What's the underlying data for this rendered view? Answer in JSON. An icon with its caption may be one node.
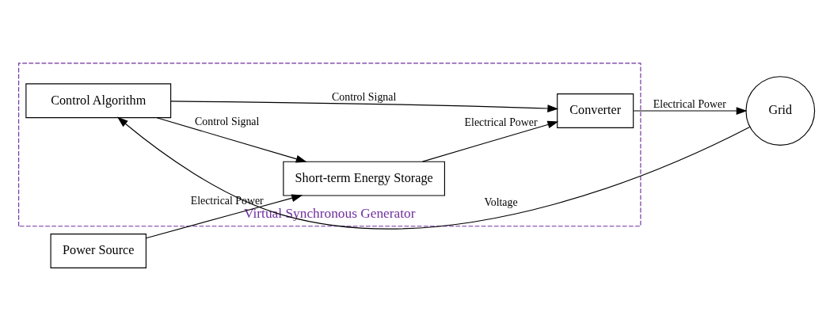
{
  "diagram": {
    "nodes": [
      {
        "text": [
          "Virtual Synchronous Generator"
        ]
      },
      {
        "text": [
          "Power Source"
        ]
      },
      {
        "text": [
          "Short-term Energy Storage"
        ],
        "in": 0
      },
      {
        "text": [
          "Converter"
        ],
        "in": 0
      },
      {
        "text": [
          "Grid"
        ]
      },
      {
        "text": [
          "Control Algorithm"
        ],
        "in": 0
      }
    ],
    "edges": [
      {
        "from": 1,
        "to": 2,
        "arrow": "to",
        "label": "Electrical Power"
      },
      {
        "from": 2,
        "to": 3,
        "arrow": "to",
        "label": "Electrical Power"
      },
      {
        "from": 3,
        "to": 4,
        "arrow": "to",
        "label": "Electrical Power"
      },
      {
        "from": 4,
        "to": 5,
        "arrow": "to",
        "label": "Voltage"
      },
      {
        "from": 5,
        "to": 2,
        "arrow": "to",
        "label": "Control Signal"
      },
      {
        "from": 5,
        "to": 3,
        "arrow": "to",
        "label": "Control Signal"
      }
    ]
  }
}
